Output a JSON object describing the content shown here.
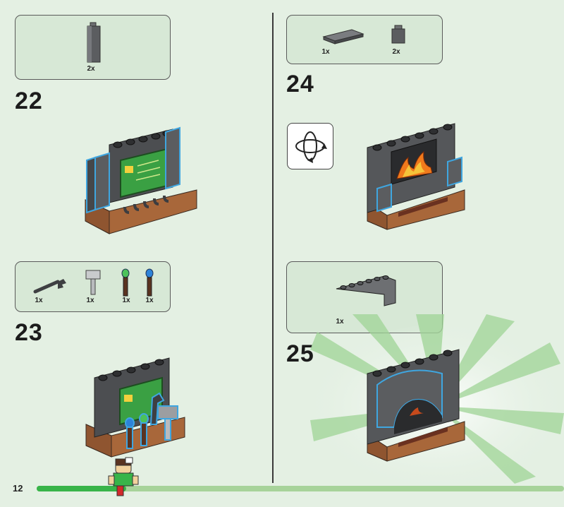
{
  "page": {
    "number": "12"
  },
  "progress": {
    "fraction": 0.17
  },
  "colors": {
    "background": "#e4f0e3",
    "panel": "#d7e8d6",
    "brick_dark": "#5b5d60",
    "brick_light": "#7a7c80",
    "earth": "#a8673a",
    "chalkboard": "#3aa043",
    "highlight": "#3fa6e0",
    "progress": "#38b449"
  },
  "rotate_icon": "rotate-model-icon",
  "top_left_parts": {
    "items": [
      {
        "icon": "tall-brick-1x1x3",
        "qty": "2x"
      }
    ]
  },
  "top_right_parts": {
    "items": [
      {
        "icon": "flat-tile-1x4",
        "qty": "1x"
      },
      {
        "icon": "brick-1x1",
        "qty": "2x"
      }
    ]
  },
  "steps": [
    {
      "number": "22"
    },
    {
      "number": "23",
      "parts": [
        {
          "icon": "wrench",
          "qty": "1x"
        },
        {
          "icon": "hammer",
          "qty": "1x"
        },
        {
          "icon": "green-torch",
          "qty": "1x"
        },
        {
          "icon": "blue-torch",
          "qty": "1x"
        }
      ]
    },
    {
      "number": "24"
    },
    {
      "number": "25",
      "parts": [
        {
          "icon": "arch-brick-1x6",
          "qty": "1x"
        }
      ]
    }
  ]
}
